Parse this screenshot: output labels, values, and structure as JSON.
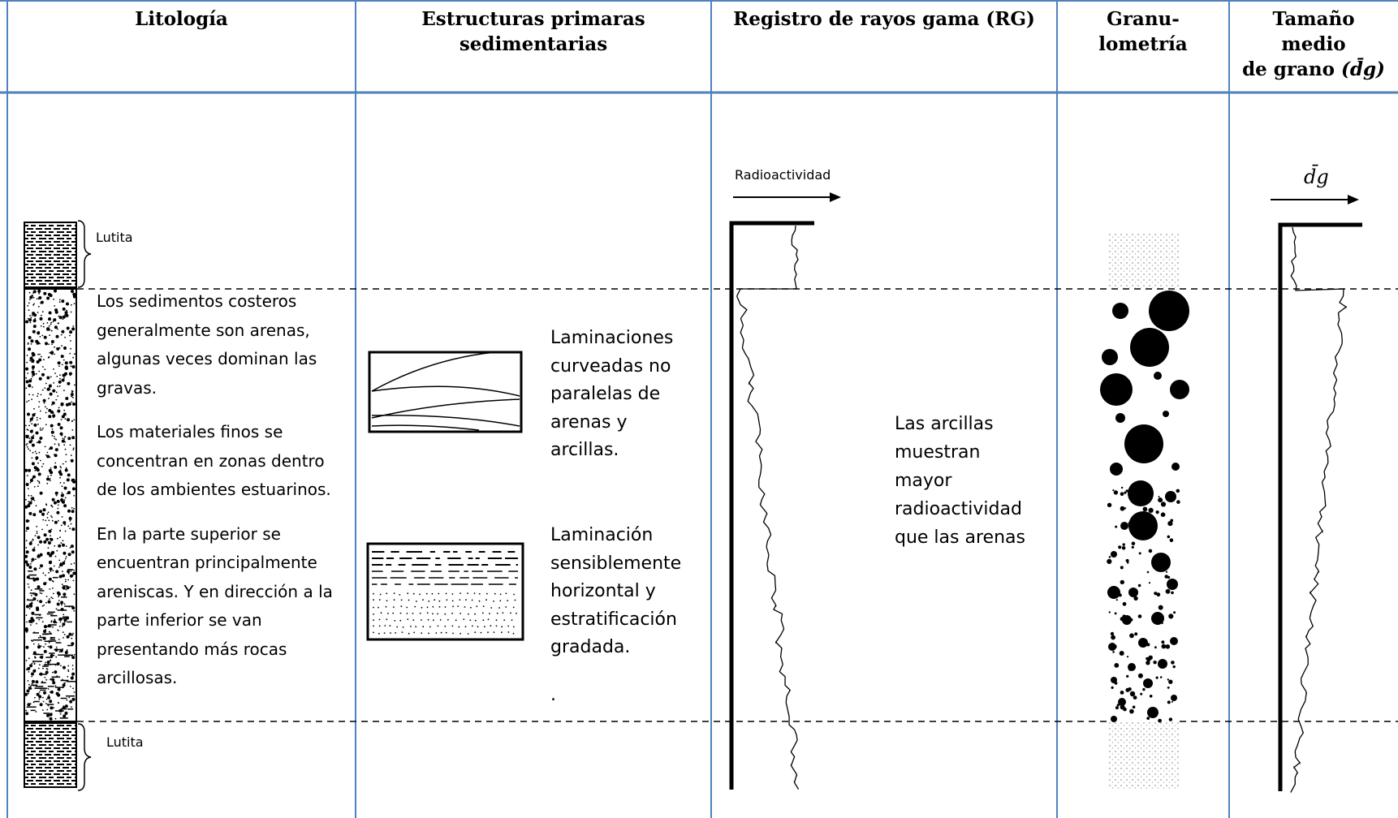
{
  "headers": {
    "litologia": "Litología",
    "estructuras": [
      "Estructuras primaras",
      "sedimentarias"
    ],
    "registro": "Registro de rayos gama (RG)",
    "granulometria": [
      "Granu-",
      "lometría"
    ],
    "tamano": [
      "Tamaño",
      "medio",
      "de grano"
    ],
    "tamano_symbol": "(d̄g)"
  },
  "lithology": {
    "top_label": "Lutita",
    "bottom_label": "Lutita",
    "description": [
      "Los sedimentos costeros",
      "generalmente son arenas,",
      "algunas veces dominan las",
      "gravas.",
      "",
      "Los materiales finos se",
      "concentran en zonas dentro",
      "de los ambientes estuarinos.",
      "",
      "En la parte superior se",
      "encuentran principalmente",
      "areniscas. Y en dirección a la",
      "parte inferior se van",
      "presentando más rocas",
      "arcillosas."
    ]
  },
  "structures": {
    "curved": [
      "Laminaciones",
      "curveadas no",
      "paralelas de",
      "arenas y",
      "arcillas."
    ],
    "horizontal": [
      "Laminación",
      "sensiblemente",
      "horizontal y",
      "estratificación",
      "gradada."
    ],
    "dot": "."
  },
  "gamma": {
    "axis_label": "Radioactividad",
    "note": [
      "Las arcillas",
      "muestran",
      "mayor",
      "radioactividad",
      "que las arenas"
    ]
  },
  "grain": {
    "axis_label": "d̄g"
  },
  "colors": {
    "grid_line": "#4f81bd",
    "ink": "#000000"
  }
}
